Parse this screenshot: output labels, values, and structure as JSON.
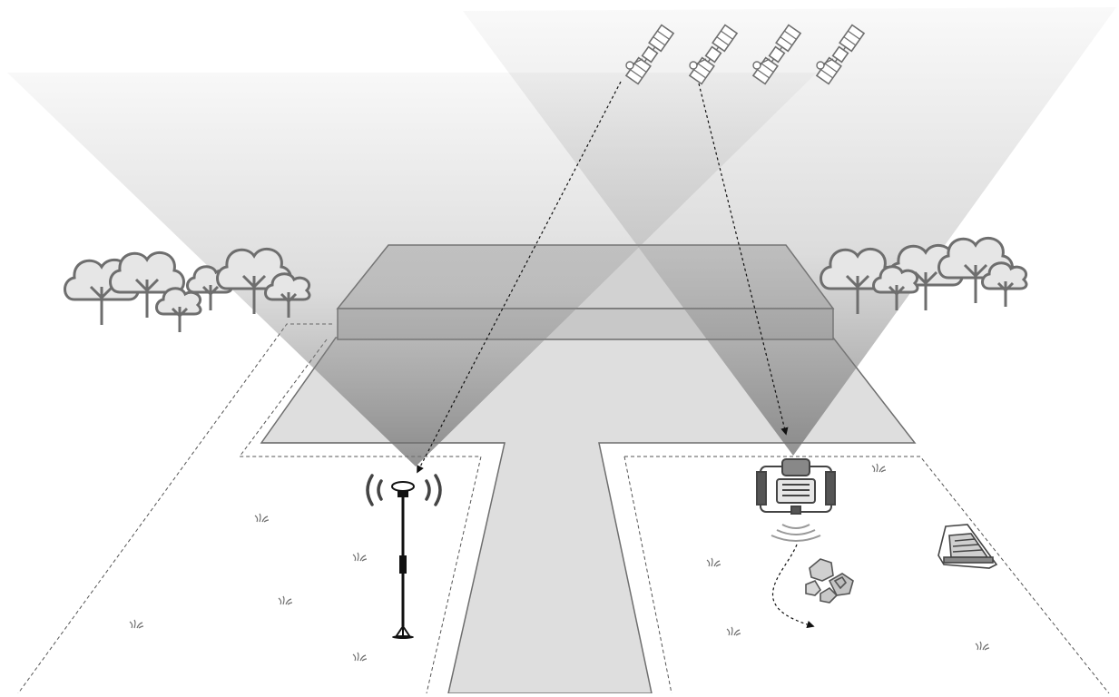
{
  "diagram": {
    "satellite_count": 4,
    "tree_groups": [
      "left",
      "right"
    ],
    "components": [
      {
        "name": "satellites",
        "icon": "satellite-icon"
      },
      {
        "name": "rtk-reference-station",
        "icon": "antenna-pole-icon"
      },
      {
        "name": "robotic-mower",
        "icon": "mower-icon"
      },
      {
        "name": "secondary-mower",
        "icon": "mower-icon"
      },
      {
        "name": "obstacle-rocks",
        "icon": "rocks-icon"
      },
      {
        "name": "building",
        "icon": "building-icon"
      },
      {
        "name": "trees",
        "icon": "tree-icon"
      },
      {
        "name": "grass-tufts",
        "icon": "grass-icon"
      }
    ],
    "colors": {
      "ink": "#333333",
      "line": "#6e6e6e",
      "ground_path": "#dedede",
      "cone_gray": "#8a8a8a",
      "tree_fill": "#e6e6e6",
      "rock_fill": "#d0d0d0"
    }
  }
}
